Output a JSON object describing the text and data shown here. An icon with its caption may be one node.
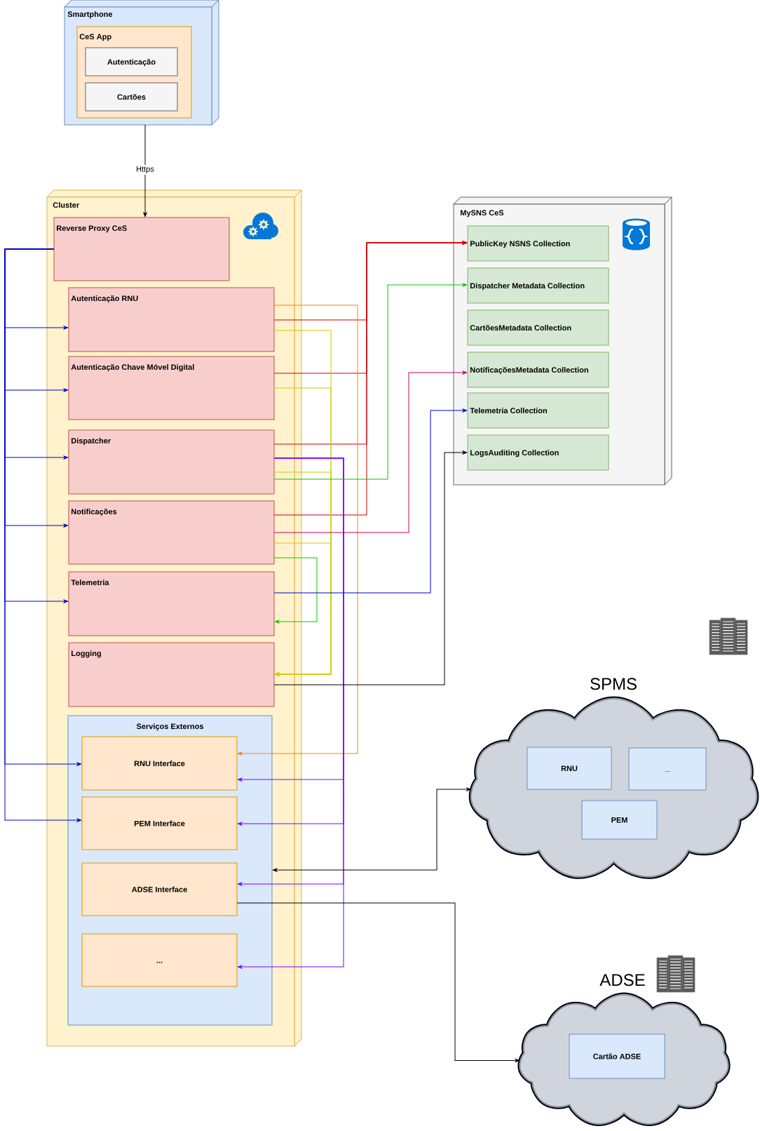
{
  "diagram": {
    "nodes": [
      {
        "text": [
          "Smartphone"
        ]
      },
      {
        "text": [
          "CeS App"
        ],
        "in": 0
      },
      {
        "text": [
          "Autenticação"
        ],
        "in": 1
      },
      {
        "text": [
          "Cartões"
        ],
        "in": 1
      },
      {
        "text": [
          "Cluster"
        ]
      },
      {
        "text": [
          "Reverse Proxy CeS"
        ],
        "in": 4
      },
      {
        "text": [
          "Autenticação RNU"
        ],
        "in": 4
      },
      {
        "text": [
          "Autenticação Chave Móvel Digital"
        ],
        "in": 4
      },
      {
        "text": [
          "Dispatcher"
        ],
        "in": 4
      },
      {
        "text": [
          "Notificações"
        ],
        "in": 4
      },
      {
        "text": [
          "Telemetria"
        ],
        "in": 4
      },
      {
        "text": [
          "Logging"
        ],
        "in": 4
      },
      {
        "text": [
          "Serviços Externos"
        ],
        "in": 4
      },
      {
        "text": [
          "RNU Interface"
        ],
        "in": 12
      },
      {
        "text": [
          "PEM Interface"
        ],
        "in": 12
      },
      {
        "text": [
          "ADSE Interface"
        ],
        "in": 12
      },
      {
        "text": [
          "..."
        ],
        "in": 12
      },
      {
        "text": [
          "MySNS CeS"
        ]
      },
      {
        "text": [
          "PublicKey NSNS Collection"
        ],
        "in": 17
      },
      {
        "text": [
          "Dispatcher Metadata Collection"
        ],
        "in": 17
      },
      {
        "text": [
          "CartõesMetadata Collection"
        ],
        "in": 17
      },
      {
        "text": [
          "NotificaçõesMetadata Collection"
        ],
        "in": 17
      },
      {
        "text": [
          "Telemetria Collection"
        ],
        "in": 17
      },
      {
        "text": [
          "LogsAuditing Collection"
        ],
        "in": 17
      },
      {
        "text": [
          "SPMS"
        ]
      },
      {
        "text": [
          "RNU"
        ],
        "in": 24
      },
      {
        "text": [
          "..."
        ],
        "in": 24
      },
      {
        "text": [
          "PEM"
        ],
        "in": 24
      },
      {
        "text": [
          "ADSE"
        ]
      },
      {
        "text": [
          "Cartão ADSE"
        ],
        "in": 28
      }
    ],
    "edges": [
      {
        "from": 0,
        "to": 5,
        "arrow": "to",
        "label": "Https",
        "color": "#000000"
      },
      {
        "from": 5,
        "to": 6,
        "arrow": "to",
        "color": "#0000cc"
      },
      {
        "from": 5,
        "to": 7,
        "arrow": "to",
        "color": "#0000cc"
      },
      {
        "from": 5,
        "to": 8,
        "arrow": "to",
        "color": "#0000cc"
      },
      {
        "from": 5,
        "to": 9,
        "arrow": "to",
        "color": "#0000cc"
      },
      {
        "from": 5,
        "to": 10,
        "arrow": "to",
        "color": "#0000cc"
      },
      {
        "from": 5,
        "to": 13,
        "arrow": "to",
        "color": "#0000cc"
      },
      {
        "from": 5,
        "to": 14,
        "arrow": "to",
        "color": "#0000cc"
      },
      {
        "from": 6,
        "to": 18,
        "arrow": "to",
        "color": "#cc0000"
      },
      {
        "from": 7,
        "to": 18,
        "arrow": "to",
        "color": "#cc0000"
      },
      {
        "from": 8,
        "to": 18,
        "arrow": "to",
        "color": "#cc0000"
      },
      {
        "from": 9,
        "to": 18,
        "arrow": "to",
        "color": "#cc0000"
      },
      {
        "from": 6,
        "to": 13,
        "arrow": "to",
        "color": "#ff8000"
      },
      {
        "from": 6,
        "to": 11,
        "arrow": "to",
        "color": "#cccc00"
      },
      {
        "from": 7,
        "to": 11,
        "arrow": "to",
        "color": "#cccc00"
      },
      {
        "from": 8,
        "to": 11,
        "arrow": "to",
        "color": "#cccc00"
      },
      {
        "from": 9,
        "to": 11,
        "arrow": "to",
        "color": "#cccc00"
      },
      {
        "from": 8,
        "to": 13,
        "arrow": "to",
        "color": "#7f00ff"
      },
      {
        "from": 8,
        "to": 14,
        "arrow": "to",
        "color": "#7f00ff"
      },
      {
        "from": 8,
        "to": 15,
        "arrow": "to",
        "color": "#7f00ff"
      },
      {
        "from": 8,
        "to": 16,
        "arrow": "to",
        "color": "#7f00ff"
      },
      {
        "from": 8,
        "to": 19,
        "arrow": "to",
        "color": "#00cc00"
      },
      {
        "from": 9,
        "to": 10,
        "arrow": "to",
        "color": "#00cc00"
      },
      {
        "from": 9,
        "to": 21,
        "arrow": "to",
        "color": "#cc0066"
      },
      {
        "from": 10,
        "to": 22,
        "arrow": "to",
        "color": "#0000cc"
      },
      {
        "from": 11,
        "to": 23,
        "arrow": "to",
        "color": "#000000"
      },
      {
        "from": 12,
        "to": 24,
        "arrow": "both",
        "color": "#000000"
      },
      {
        "from": 15,
        "to": 28,
        "arrow": "to",
        "color": "#000000"
      }
    ]
  }
}
